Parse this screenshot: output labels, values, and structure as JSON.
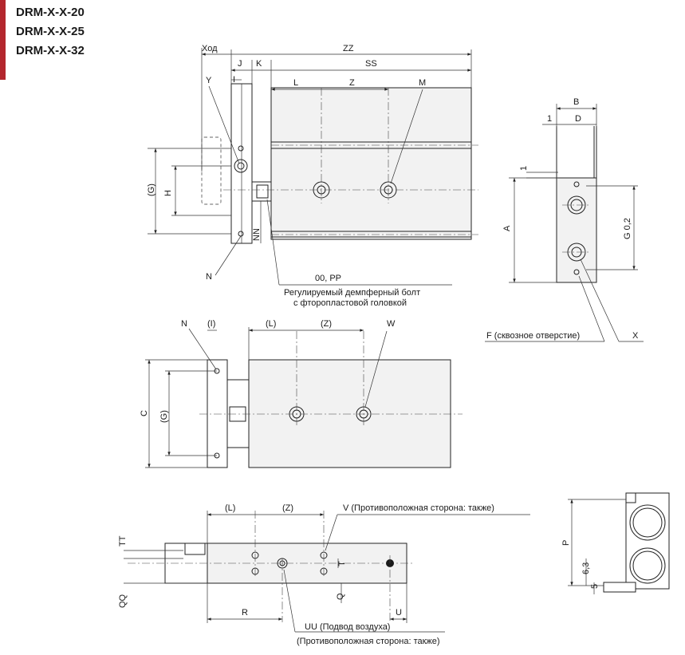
{
  "models": [
    "DRM-X-X-20",
    "DRM-X-X-25",
    "DRM-X-X-32"
  ],
  "colors": {
    "accent": "#b3262d",
    "line": "#222222",
    "body": "#f2f2f2"
  },
  "labels": {
    "stroke": "Ход",
    "zz": "ZZ",
    "j": "J",
    "k": "K",
    "ss": "SS",
    "y": "Y",
    "i": "I",
    "l": "L",
    "z": "Z",
    "m": "M",
    "g_paren": "(G)",
    "h": "H",
    "nn": "NN",
    "n": "N",
    "oo_pp": "00, PP",
    "bolt_line1": "Регулируемый демпферный болт",
    "bolt_line2": "с фторопластовой головкой",
    "b": "B",
    "one": "1",
    "d": "D",
    "one_v": "1",
    "a": "A",
    "g02": "G 0,2",
    "f_hole": "F (сквозное отверстие)",
    "x": "X",
    "n2": "N",
    "i_paren": "(I)",
    "l_paren": "(L)",
    "z_paren": "(Z)",
    "w": "W",
    "c": "C",
    "g_paren2": "(G)",
    "l_paren3": "(L)",
    "z_paren3": "(Z)",
    "v_note": "V (Противоположная сторона: также)",
    "tt": "TT",
    "t": "T",
    "qq": "QQ",
    "q": "Q",
    "r": "R",
    "u": "U",
    "uu_line1": "UU (Подвод воздуха)",
    "uu_line2": "(Противоположная сторона: также)",
    "p": "P",
    "six3": "6,3",
    "five": "5"
  }
}
